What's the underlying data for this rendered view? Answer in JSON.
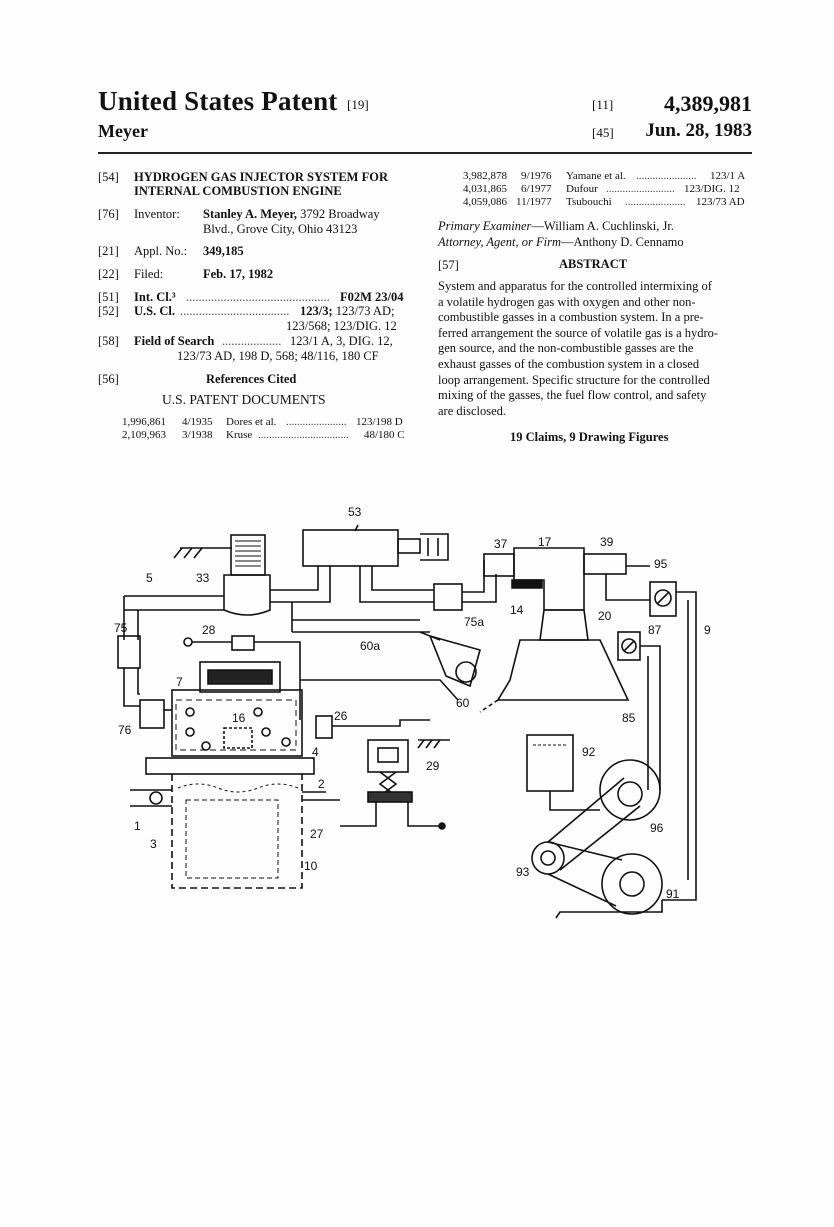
{
  "header": {
    "title": "United States Patent",
    "title_code": "[19]",
    "number_code": "[11]",
    "patent_number": "4,389,981",
    "inventor_short": "Meyer",
    "date_code": "[45]",
    "date": "Jun. 28, 1983"
  },
  "left": {
    "f54_code": "[54]",
    "f54_line1": "HYDROGEN GAS INJECTOR SYSTEM FOR",
    "f54_line2": "INTERNAL COMBUSTION ENGINE",
    "f76_code": "[76]",
    "f76_label": "Inventor:",
    "f76_line1": "Stanley A. Meyer,",
    "f76_line1b": " 3792 Broadway",
    "f76_line2": "Blvd., Grove City, Ohio 43123",
    "f21_code": "[21]",
    "f21_label": "Appl. No.:",
    "f21_value": "349,185",
    "f22_code": "[22]",
    "f22_label": "Filed:",
    "f22_value": "Feb. 17, 1982",
    "f51_code": "[51]",
    "f51_label": "Int. Cl.³",
    "f51_dots": "..............................................",
    "f51_value": "F02M 23/04",
    "f52_code": "[52]",
    "f52_label": "U.S. Cl.",
    "f52_dots": "...................................",
    "f52_value_bold": "123/3;",
    "f52_value": " 123/73 AD;",
    "f52_line2": "123/568; 123/DIG. 12",
    "f58_code": "[58]",
    "f58_label": "Field of Search",
    "f58_dots": "...................",
    "f58_value": "123/1 A, 3, DIG. 12,",
    "f58_line2": "123/73 AD, 198 D, 568; 48/116, 180 CF",
    "f56_code": "[56]",
    "f56_title": "References Cited",
    "f56_sub": "U.S. PATENT DOCUMENTS",
    "refs": [
      {
        "num": "1,996,861",
        "date": "4/1935",
        "name": "Dores et al.",
        "dots": "......................",
        "cls": "123/198 D"
      },
      {
        "num": "2,109,963",
        "date": "3/1938",
        "name": "Kruse",
        "dots": ".................................",
        "cls": "48/180 C"
      }
    ]
  },
  "right": {
    "refs": [
      {
        "num": "3,982,878",
        "date": "9/1976",
        "name": "Yamane et al.",
        "dots": "......................",
        "cls": "123/1 A"
      },
      {
        "num": "4,031,865",
        "date": "6/1977",
        "name": "Dufour",
        "dots": ".........................",
        "cls": "123/DIG. 12"
      },
      {
        "num": "4,059,086",
        "date": "11/1977",
        "name": "Tsubouchi",
        "dots": "......................",
        "cls": "123/73 AD"
      }
    ],
    "examiner_label": "Primary Examiner",
    "examiner_name": "—William A. Cuchlinski, Jr.",
    "attorney_label": "Attorney, Agent, or Firm",
    "attorney_name": "—Anthony D. Cennamo",
    "f57_code": "[57]",
    "abstract_title": "ABSTRACT",
    "abstract_lines": [
      "System and apparatus for the controlled intermixing of",
      "a volatile hydrogen gas with oxygen and other non-",
      "combustible gasses in a combustion system. In a pre-",
      "ferred arrangement the source of volatile gas is a hydro-",
      "gen source, and the non-combustible gasses are the",
      "exhaust gasses of the combustion system in a closed",
      "loop arrangement. Specific structure for the controlled",
      "mixing of the gasses, the fuel flow control, and safety",
      "are disclosed."
    ],
    "claims": "19 Claims, 9 Drawing Figures"
  },
  "figure_labels": {
    "l53": "53",
    "l37": "37",
    "l17": "17",
    "l39": "39",
    "l95": "95",
    "l5": "5",
    "l33": "33",
    "l14": "14",
    "l20": "20",
    "l75a": "75a",
    "l9": "9",
    "l75": "75",
    "l28": "28",
    "l60a": "60a",
    "l87": "87",
    "l7": "7",
    "l60": "60",
    "l16": "16",
    "l26": "26",
    "l85": "85",
    "l76": "76",
    "l4": "4",
    "l92": "92",
    "l29": "29",
    "l2": "2",
    "l1": "1",
    "l96": "96",
    "l27": "27",
    "l3": "3",
    "l10": "10",
    "l93": "93",
    "l91": "91"
  }
}
